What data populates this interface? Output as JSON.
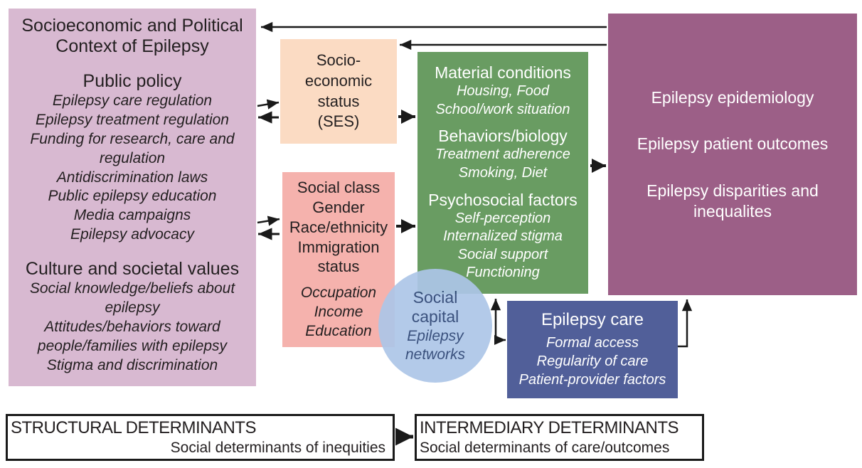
{
  "palette": {
    "context_bg": "#d8b9d1",
    "ses_bg": "#fbdbc3",
    "class_bg": "#f5b2ad",
    "material_bg": "#699c62",
    "outcomes_bg": "#9c5f87",
    "care_bg": "#515f99",
    "capital_bg": "#adc6e8",
    "capital_text": "#2a4373",
    "arrow": "#1a1a1a"
  },
  "context_box": {
    "title": "Socioeconomic and Political Context of Epilepsy",
    "policy_heading": "Public policy",
    "policy_items": [
      "Epilepsy care regulation",
      "Epilepsy treatment regulation",
      "Funding for research, care and regulation",
      "Antidiscrimination laws",
      "Public epilepsy education",
      "Media campaigns",
      "Epilepsy advocacy"
    ],
    "culture_heading": "Culture and societal values",
    "culture_items": [
      "Social knowledge/beliefs about epilepsy",
      "Attitudes/behaviors toward people/families with epilepsy",
      "Stigma and discrimination"
    ]
  },
  "ses_box": {
    "lines": [
      "Socio-",
      "economic",
      "status",
      "(SES)"
    ]
  },
  "class_box": {
    "lines": [
      "Social class",
      "Gender",
      "Race/ethnicity",
      "Immigration status"
    ],
    "italic_items": [
      "Occupation",
      "Income",
      "Education"
    ]
  },
  "material_box": {
    "sections": [
      {
        "heading": "Material conditions",
        "items": [
          "Housing, Food",
          "School/work situation"
        ]
      },
      {
        "heading": "Behaviors/biology",
        "items": [
          "Treatment adherence",
          "Smoking, Diet"
        ]
      },
      {
        "heading": "Psychosocial factors",
        "items": [
          "Self-perception",
          "Internalized stigma",
          "Social support",
          "Functioning"
        ]
      }
    ]
  },
  "outcomes_box": {
    "items": [
      "Epilepsy epidemiology",
      "Epilepsy patient outcomes",
      "Epilepsy disparities and inequalites"
    ]
  },
  "capital_circle": {
    "heading_lines": [
      "Social",
      "capital"
    ],
    "italic_lines": [
      "Epilepsy",
      "networks"
    ]
  },
  "care_box": {
    "heading": "Epilepsy care",
    "items": [
      "Formal access",
      "Regularity of care",
      "Patient-provider factors"
    ]
  },
  "structural_label": {
    "title": "STRUCTURAL DETERMINANTS",
    "subtitle": "Social determinants of inequities"
  },
  "intermediary_label": {
    "title": "INTERMEDIARY DETERMINANTS",
    "subtitle": "Social determinants of care/outcomes"
  }
}
